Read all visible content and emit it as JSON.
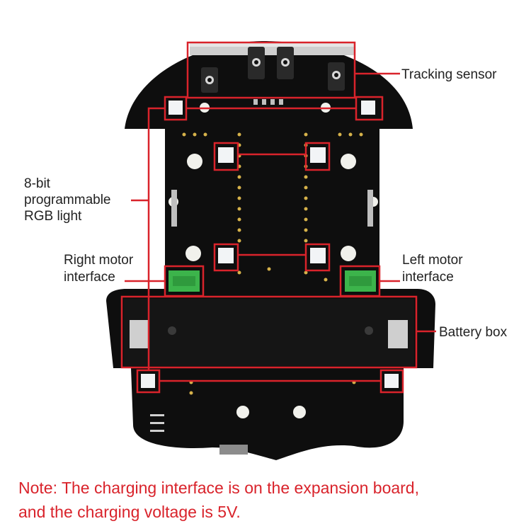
{
  "colors": {
    "annotation": "#d9232b",
    "board": "#0e0e0e",
    "led": "#f2f4f6",
    "connector": "#3cb44b"
  },
  "labels": {
    "tracking_sensor": "Tracking sensor",
    "rgb_light_line1": "8-bit",
    "rgb_light_line2": "programmable",
    "rgb_light_line3": "RGB light",
    "right_motor_line1": "Right motor",
    "right_motor_line2": "interface",
    "left_motor_line1": "Left motor",
    "left_motor_line2": "interface",
    "battery_box": "Battery box"
  },
  "note": {
    "line1": "Note: The charging interface is on the expansion board,",
    "line2": "and the charging voltage is 5V."
  }
}
